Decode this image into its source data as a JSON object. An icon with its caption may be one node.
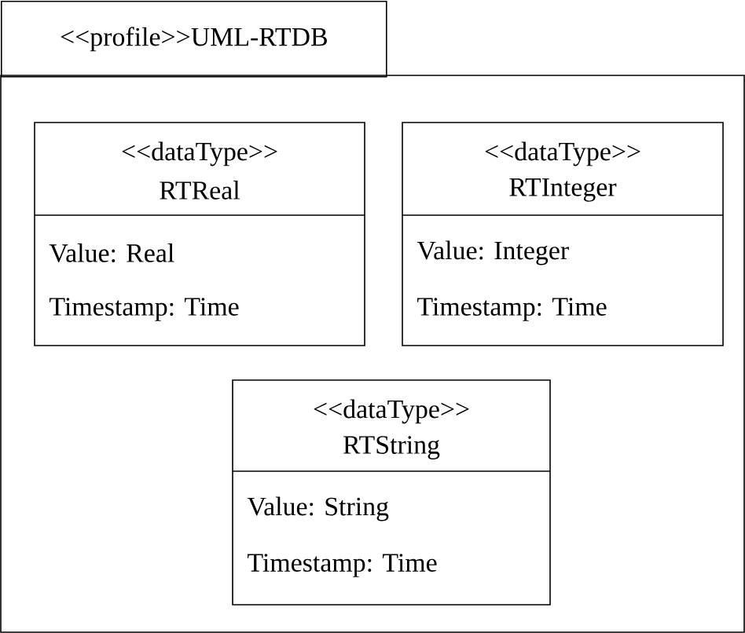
{
  "diagram": {
    "nodes": [
      {
        "text": [
          "<<profile>>UML-RTDB"
        ]
      },
      {
        "text": [
          "<<dataType>>",
          "RTReal",
          "Value: Real",
          "Timestamp: Time"
        ],
        "in": 0
      },
      {
        "text": [
          "<<dataType>>",
          "RTInteger",
          "Value: Integer",
          "Timestamp: Time"
        ],
        "in": 0
      },
      {
        "text": [
          "<<dataType>>",
          "RTString",
          "Value: String",
          "Timestamp: Time"
        ],
        "in": 0
      }
    ]
  }
}
